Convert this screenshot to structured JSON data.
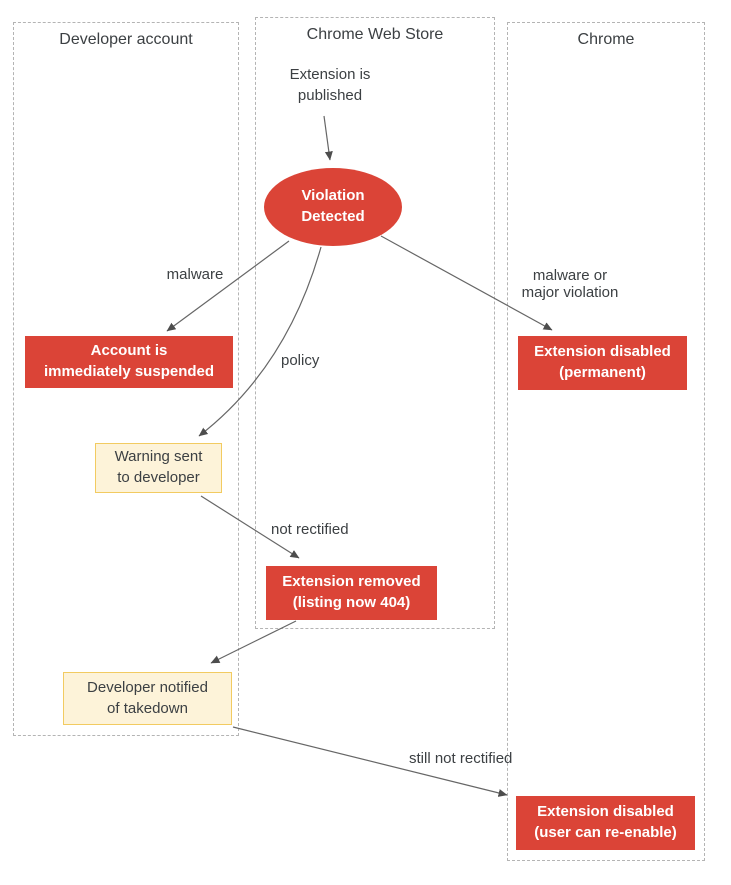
{
  "colors": {
    "red": "#DB4437",
    "yellow_bg": "#FDF3D9",
    "yellow_border": "#F2CB61",
    "text": "#3C4043",
    "line": "#666666",
    "arrowhead": "#4D4D4D",
    "lane_border": "#B4B4B4"
  },
  "lanes": [
    {
      "title": "Developer account"
    },
    {
      "title": "Chrome Web Store"
    },
    {
      "title": "Chrome"
    }
  ],
  "nodes": {
    "published": {
      "label": "Extension is\npublished"
    },
    "violation": {
      "label": "Violation\nDetected"
    },
    "suspended": {
      "label": "Account is\nimmediately suspended"
    },
    "disabled_permanent": {
      "label": "Extension disabled\n(permanent)"
    },
    "warning": {
      "label": "Warning sent\nto developer"
    },
    "removed": {
      "label": "Extension removed\n(listing now 404)"
    },
    "notified": {
      "label": "Developer notified\nof takedown"
    },
    "disabled_reenable": {
      "label": "Extension disabled\n(user can re-enable)"
    }
  },
  "edge_labels": {
    "malware": "malware",
    "malware_major": "malware or\nmajor violation",
    "policy": "policy",
    "not_rectified": "not rectified",
    "still_not_rectified": "still not rectified"
  }
}
